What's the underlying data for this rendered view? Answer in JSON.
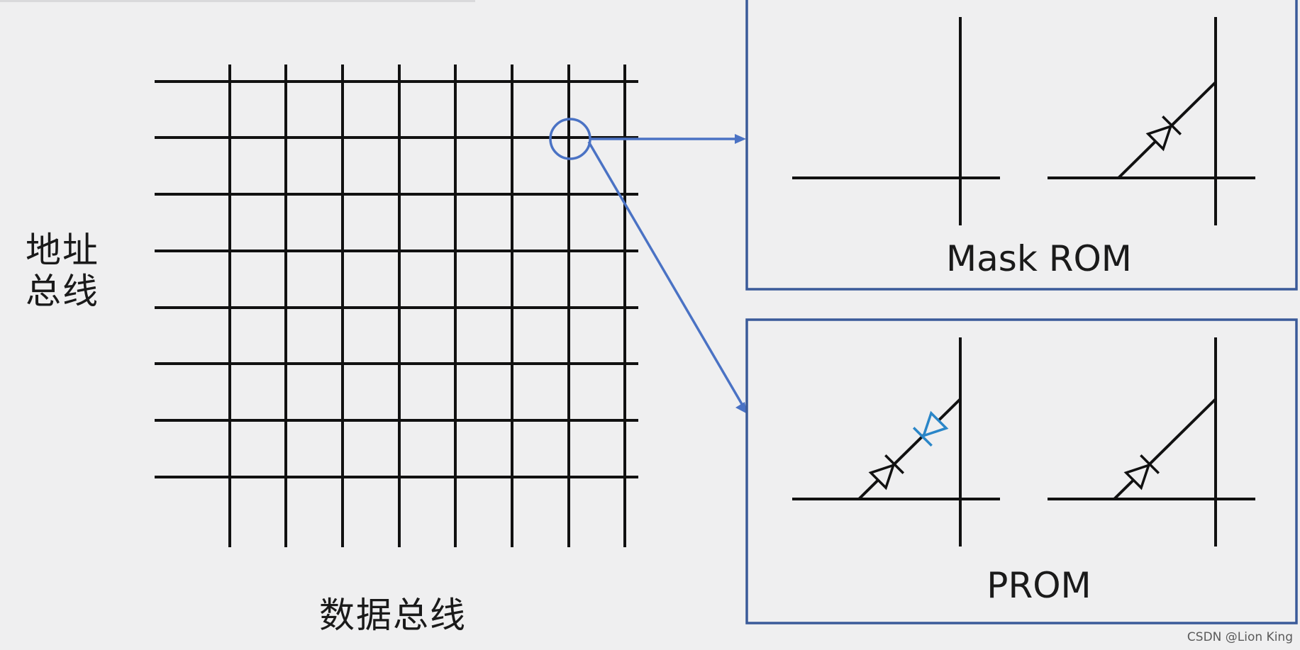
{
  "address_bus_label": "地址\n总线",
  "data_bus_label": "数据总线",
  "panels": {
    "mask_rom": {
      "caption": "Mask ROM"
    },
    "prom": {
      "caption": "PROM"
    }
  },
  "watermark": "CSDN @Lion King",
  "colors": {
    "background": "#efeff0",
    "grid_lines": "#111111",
    "highlight": "#4a72c4",
    "panel_border": "#3a5a99",
    "fuse_diode": "#2a86c8"
  },
  "icons": [
    "diode-icon",
    "fuse-diode-icon",
    "selection-circle-icon",
    "arrow-icon"
  ]
}
